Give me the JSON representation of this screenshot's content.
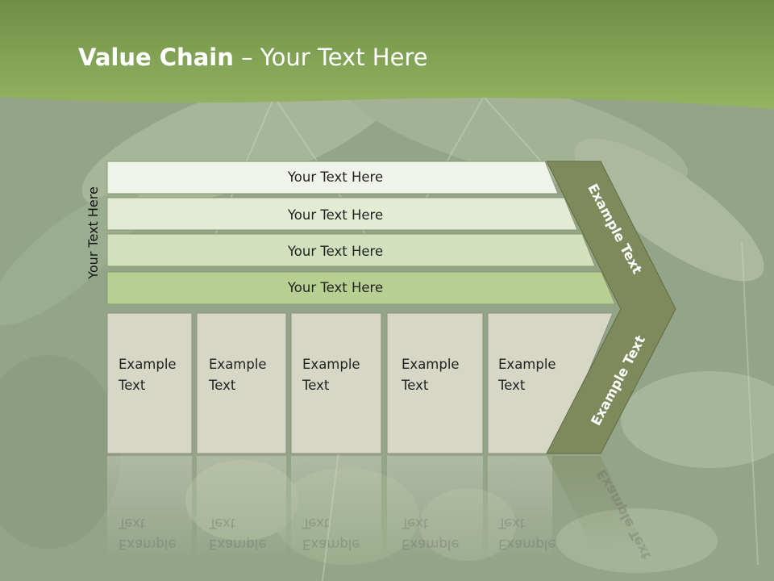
{
  "slide": {
    "title_bold": "Value Chain",
    "title_rest": " – Your Text Here",
    "side_label": "Your Text Here",
    "rows": [
      {
        "label": "Your Text Here"
      },
      {
        "label": "Your Text Here"
      },
      {
        "label": "Your Text Here"
      },
      {
        "label": "Your Text Here"
      }
    ],
    "cells": [
      {
        "line1": "Example",
        "line2": "Text"
      },
      {
        "line1": "Example",
        "line2": "Text"
      },
      {
        "line1": "Example",
        "line2": "Text"
      },
      {
        "line1": "Example",
        "line2": "Text"
      },
      {
        "line1": "Example",
        "line2": "Text"
      }
    ],
    "chevron_top": "Example Text",
    "chevron_bottom": "Example Text"
  },
  "colors": {
    "header_green": "#8aa95a",
    "row1": "#f0f3ea",
    "row2": "#e3ebd4",
    "row3": "#d2e0bd",
    "row4": "#b8cf92",
    "cell": "#d7d7c6",
    "chevron": "#7e8a5c"
  }
}
